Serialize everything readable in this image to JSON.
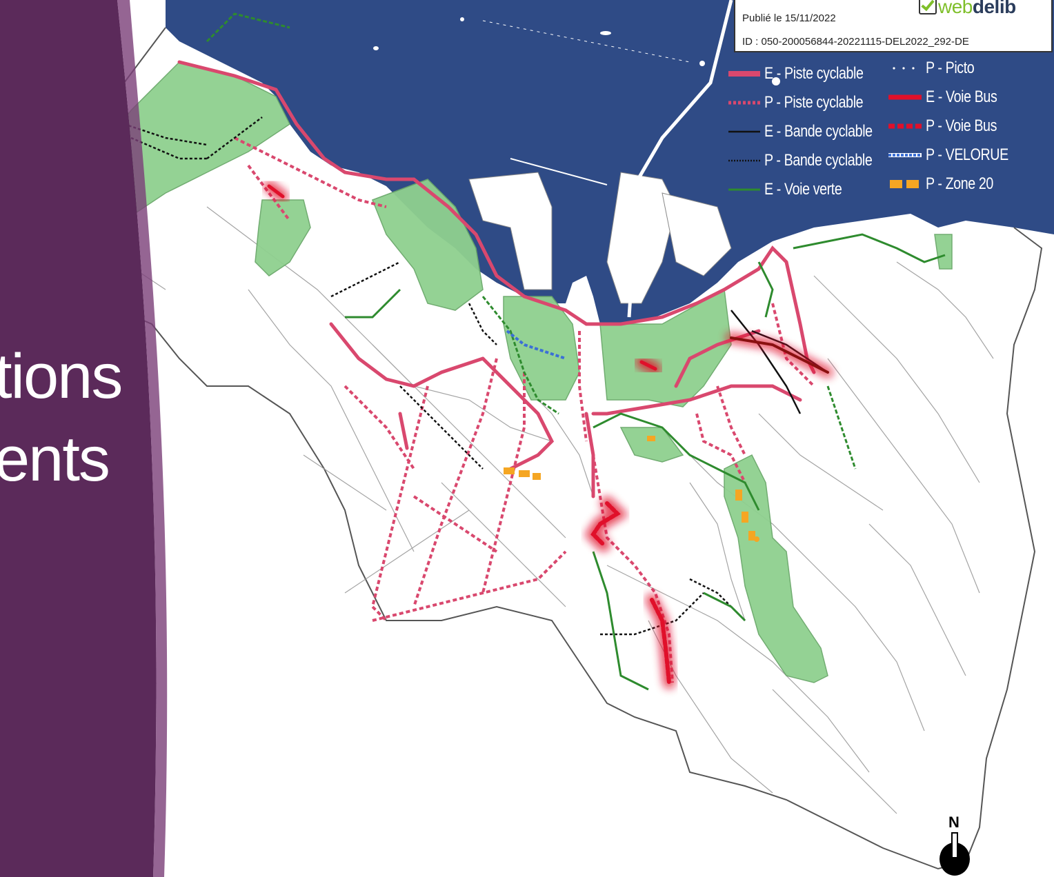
{
  "slide": {
    "title_line_1": "tions",
    "title_line_2": "ents",
    "panel_color": "#5b2a5a",
    "accent_color": "#7a3f78"
  },
  "stamp": {
    "published": "Publié le 15/11/2022",
    "id": "ID : 050-200056844-20221115-DEL2022_292-DE",
    "logo_text": "webdelib",
    "logo_web": "web",
    "logo_delib": "delib"
  },
  "legend": {
    "items": [
      {
        "label": "E - Piste cyclable",
        "style": "thick-solid",
        "color": "#d9486e"
      },
      {
        "label": "P - Piste cyclable",
        "style": "dashed-thick",
        "color": "#d9486e"
      },
      {
        "label": "E - Bande cyclable",
        "style": "thin-solid",
        "color": "#111111"
      },
      {
        "label": "P - Bande cyclable",
        "style": "dotted",
        "color": "#111111"
      },
      {
        "label": "E - Voie verte",
        "style": "thin-solid",
        "color": "#2e8b2e"
      },
      {
        "label": "P - Picto",
        "style": "dots",
        "color": "#ffffff"
      },
      {
        "label": "E - Voie Bus",
        "style": "thick-solid",
        "color": "#e0102a"
      },
      {
        "label": "P - Voie Bus",
        "style": "dashed-thick",
        "color": "#e0102a"
      },
      {
        "label": "P - VELORUE",
        "style": "dashed-blue",
        "color": "#3b6fd6"
      },
      {
        "label": "P - Zone 20",
        "style": "blocks",
        "color": "#f5a623"
      }
    ]
  },
  "north": {
    "label": "N"
  },
  "colors": {
    "sea": "#2f4b86",
    "land": "#ffffff",
    "green_area": "#8fd08f",
    "road": "#9a9a9a",
    "piste": "#d9486e",
    "bus": "#e0102a",
    "zone20": "#f5a623"
  }
}
